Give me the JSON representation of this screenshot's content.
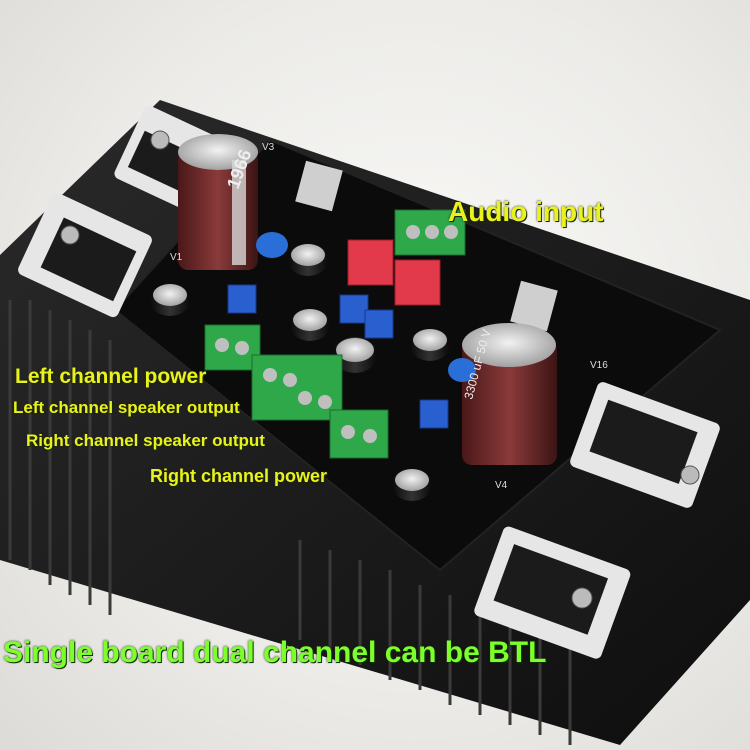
{
  "labels": {
    "audio_input": "Audio input",
    "left_power": "Left channel power",
    "left_speaker": "Left channel speaker output",
    "right_speaker": "Right channel speaker output",
    "right_power": "Right channel power",
    "footer": "Single board dual channel can be BTL"
  },
  "silkscreen": {
    "v3": "V3",
    "v1": "V1",
    "v16": "V16",
    "v4": "V4",
    "cap_top": "1966",
    "cap_right": "3300 uF 50 V"
  },
  "colors": {
    "label_yellow": "#e9f21c",
    "label_green": "#7cff2a",
    "pcb": "#0c0c0c",
    "heatsink": "#1e1e1e",
    "terminal_green": "#2fa84a",
    "relay_red": "#e23a4a",
    "cap_maroon": "#6b2a2a",
    "trimpot_blue": "#2a5fd0"
  }
}
